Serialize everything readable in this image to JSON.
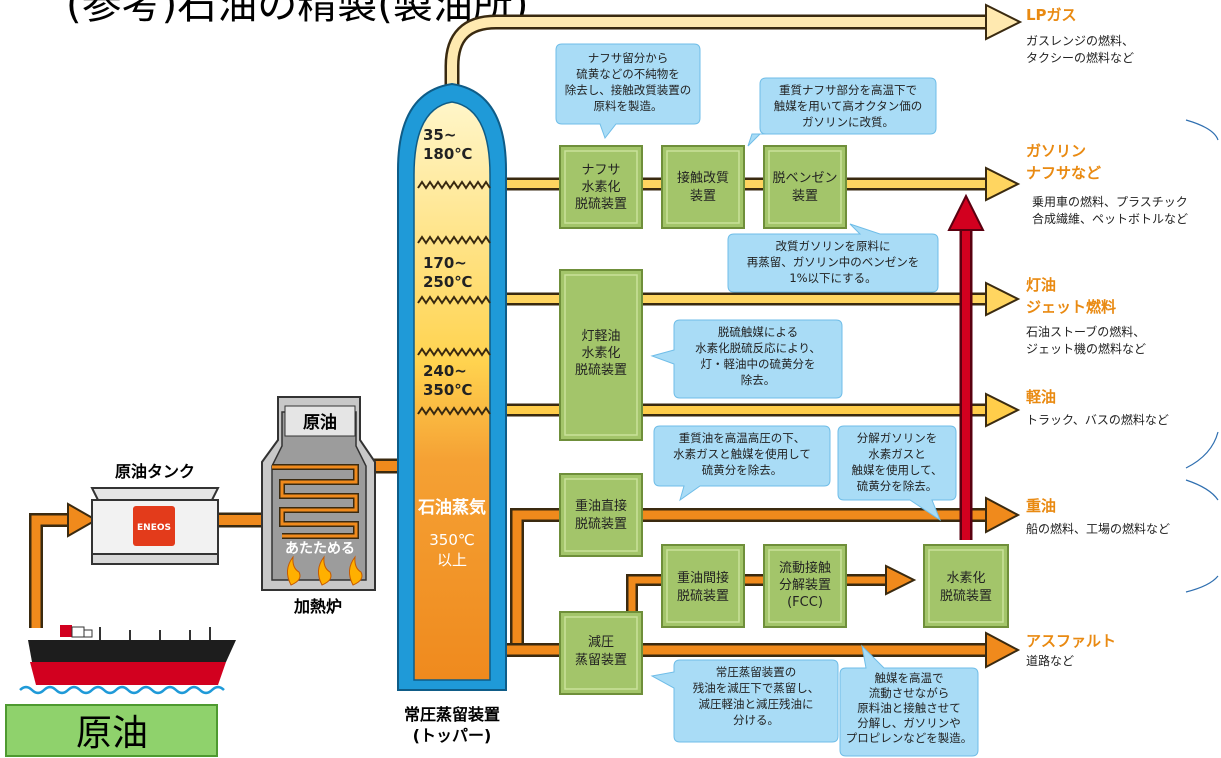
{
  "title": "(参考)石油の精製(製油所)",
  "tank": {
    "label": "原油タンク",
    "logo": "ENEOS"
  },
  "ship_label": "原油",
  "furnace": {
    "top_label": "原油",
    "heat_label": "あたためる",
    "name": "加熱炉"
  },
  "tower": {
    "temp1": [
      "35~",
      "180℃"
    ],
    "temp2": [
      "170~",
      "250℃"
    ],
    "temp3": [
      "240~",
      "350℃"
    ],
    "steam": "石油蒸気",
    "temp4": [
      "350℃",
      "以上"
    ],
    "name": [
      "常圧蒸留装置",
      "(トッパー)"
    ]
  },
  "units": {
    "naphtha_hds": [
      "ナフサ",
      "水素化",
      "脱硫装置"
    ],
    "reformer": [
      "接触改質",
      "装置"
    ],
    "debenzene": [
      "脱ベンゼン",
      "装置"
    ],
    "kerosene_hds": [
      "灯軽油",
      "水素化",
      "脱硫装置"
    ],
    "resid_hds": [
      "重油直接",
      "脱硫装置"
    ],
    "indirect_hds": [
      "重油間接",
      "脱硫装置"
    ],
    "fcc": [
      "流動接触",
      "分解装置",
      "(FCC)"
    ],
    "hydro_hds": [
      "水素化",
      "脱硫装置"
    ],
    "vacuum": [
      "減圧",
      "蒸留装置"
    ]
  },
  "notes": {
    "n1": [
      "ナフサ留分から",
      "硫黄などの不純物を",
      "除去し、接触改質装置の",
      "原料を製造。"
    ],
    "n2": [
      "重質ナフサ部分を高温下で",
      "触媒を用いて高オクタン価の",
      "ガソリンに改質。"
    ],
    "n3": [
      "改質ガソリンを原料に",
      "再蒸留、ガソリン中のベンゼンを",
      "1%以下にする。"
    ],
    "n4": [
      "脱硫触媒による",
      "水素化脱硫反応により、",
      "灯・軽油中の硫黄分を",
      "除去。"
    ],
    "n5": [
      "重質油を高温高圧の下、",
      "水素ガスと触媒を使用して",
      "硫黄分を除去。"
    ],
    "n6": [
      "分解ガソリンを",
      "水素ガスと",
      "触媒を使用して、",
      "硫黄分を除去。"
    ],
    "n7": [
      "常圧蒸留装置の",
      "残油を減圧下で蒸留し、",
      "減圧軽油と減圧残油に",
      "分ける。"
    ],
    "n8": [
      "触媒を高温で",
      "流動させながら",
      "原料油と接触させて",
      "分解し、ガソリンや",
      "プロピレンなどを製造。"
    ]
  },
  "products": [
    {
      "name": [
        "LPガス"
      ],
      "desc": [
        "ガスレンジの燃料、",
        "タクシーの燃料など"
      ]
    },
    {
      "name": [
        "ガソリン",
        "ナフサなど"
      ],
      "desc": [
        "乗用車の燃料、プラスチック",
        "合成繊維、ペットボトルなど"
      ]
    },
    {
      "name": [
        "灯油",
        "ジェット燃料"
      ],
      "desc": [
        "石油ストーブの燃料、",
        "ジェット機の燃料など"
      ]
    },
    {
      "name": [
        "軽油"
      ],
      "desc": [
        "トラック、バスの燃料など"
      ]
    },
    {
      "name": [
        "重油"
      ],
      "desc": [
        "船の燃料、工場の燃料など"
      ]
    },
    {
      "name": [
        "アスファルト"
      ],
      "desc": [
        "道路など"
      ]
    }
  ],
  "colors": {
    "arrow_orange": "#f08a1c",
    "arrow_yellow": "#ffd560",
    "arrow_cream": "#ffe9b0",
    "arrow_red": "#d2001f",
    "tower_blue": "#1f9ad8",
    "unit_green": "#a3c56a",
    "bubble_blue": "#a9dcf6",
    "product_orange": "#e98a12",
    "label_box_green": "#8fd26c"
  }
}
